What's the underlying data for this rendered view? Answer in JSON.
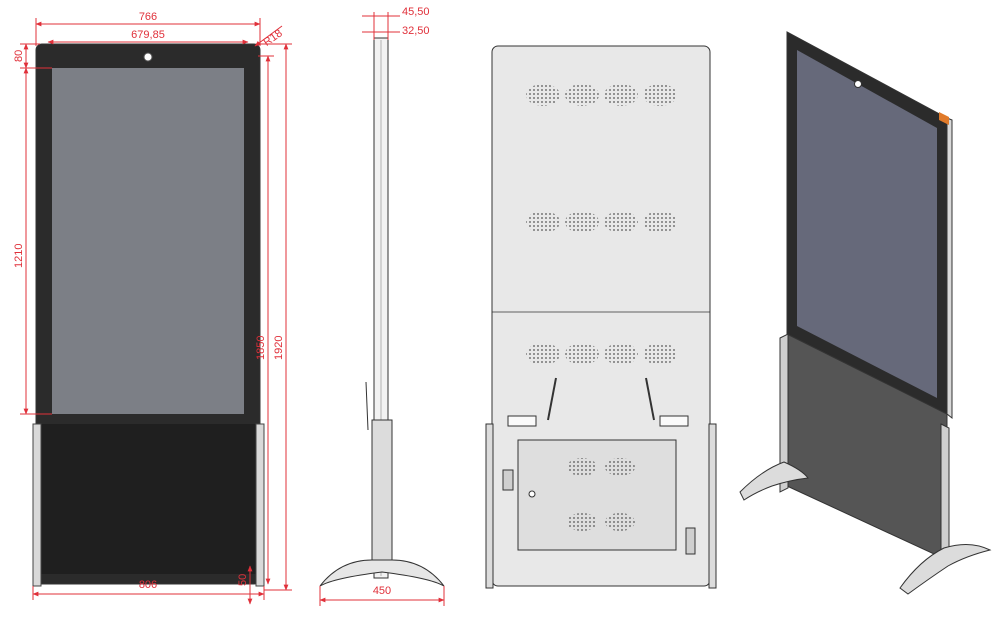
{
  "colors": {
    "dimension": "#e0303a",
    "bezel": "#2b2b2b",
    "screen_front": "#7c7f86",
    "screen_iso": "#66697a",
    "back_panel": "#e8e8e8",
    "frame_line": "#333333",
    "accent_orange": "#e07a2a"
  },
  "front_view": {
    "dims": {
      "top_width": "766",
      "inner_width": "679,85",
      "corner_radius": "R18",
      "top_bezel": "80",
      "screen_height": "1210",
      "inner_height": "1850",
      "total_height": "1920",
      "base_width": "806",
      "foot_height": "50"
    }
  },
  "side_view": {
    "dims": {
      "depth_outer": "45,50",
      "depth_inner": "32,50",
      "foot_depth": "450"
    }
  },
  "back_view": {},
  "iso_view": {}
}
